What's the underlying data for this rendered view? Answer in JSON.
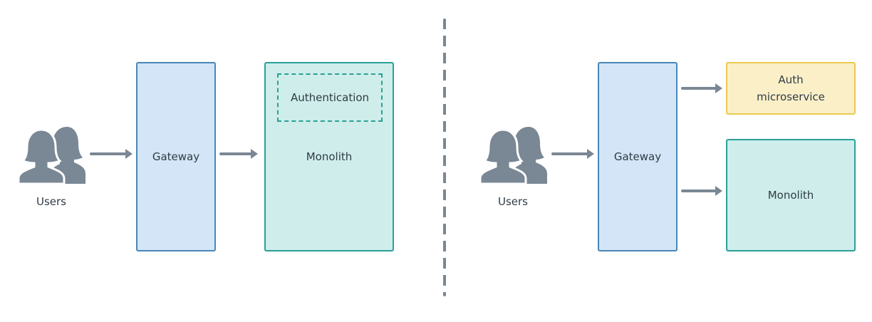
{
  "left": {
    "users_label": "Users",
    "gateway_label": "Gateway",
    "monolith_label": "Monolith",
    "inner_module_label": "Authentication"
  },
  "right": {
    "users_label": "Users",
    "gateway_label": "Gateway",
    "auth_service_label_line1": "Auth",
    "auth_service_label_line2": "microservice",
    "monolith_label": "Monolith"
  },
  "colors": {
    "gateway_fill": "#d3e5f6",
    "gateway_border": "#4a86b8",
    "monolith_fill": "#cfedea",
    "monolith_border": "#2aa198",
    "auth_fill": "#fbefc8",
    "auth_border": "#ebc94f",
    "arrow": "#7a8794"
  }
}
